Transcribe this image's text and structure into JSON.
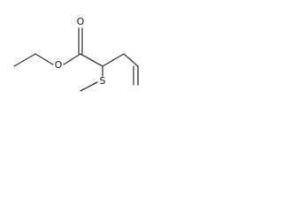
{
  "molecule": {
    "atoms": {
      "carbonyl_oxygen": "O",
      "ester_oxygen": "O",
      "sulfur": "S"
    }
  }
}
